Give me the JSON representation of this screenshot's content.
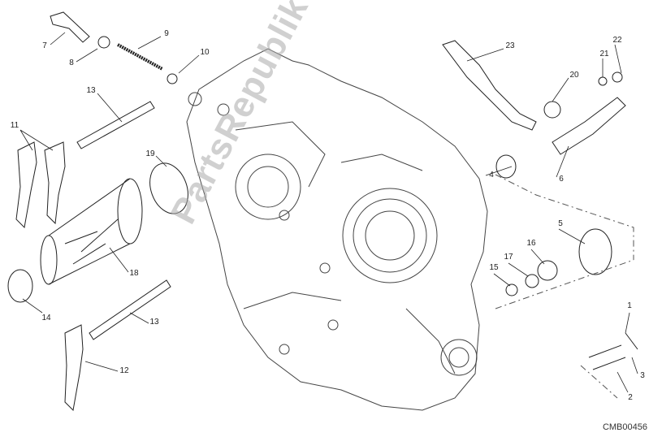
{
  "diagram_code": "CMB00456",
  "watermark": "PartsRepublik",
  "callouts": [
    "7",
    "8",
    "9",
    "10",
    "13",
    "11",
    "19",
    "18",
    "14",
    "13",
    "12",
    "23",
    "22",
    "21",
    "20",
    "4",
    "6",
    "5",
    "16",
    "17",
    "15",
    "1",
    "3",
    "2"
  ],
  "colors": {
    "line": "#222222",
    "watermark": "#aaaaaa"
  }
}
